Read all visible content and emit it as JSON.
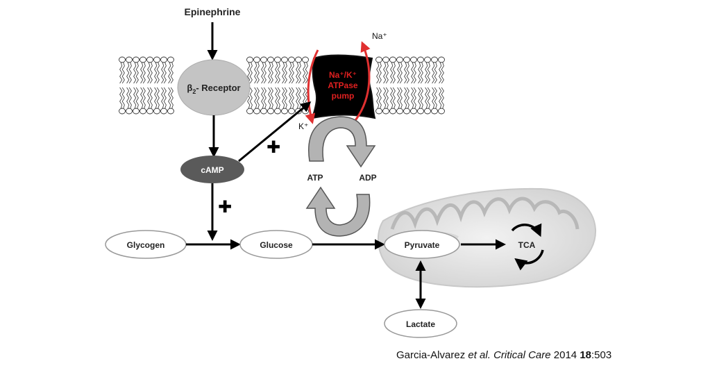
{
  "nodes": {
    "epinephrine": "Epinephrine",
    "receptor_beta": "β",
    "receptor_sub": "2",
    "receptor_text": "- Receptor",
    "camp": "cAMP",
    "glycogen": "Glycogen",
    "glucose": "Glucose",
    "pyruvate": "Pyruvate",
    "lactate": "Lactate",
    "tca": "TCA",
    "atp": "ATP",
    "adp": "ADP",
    "na_out": "Na⁺",
    "k_in": "K⁺",
    "pump_line1": "Na⁺/K⁺",
    "pump_line2": "ATPase",
    "pump_line3": "pump",
    "plus_1": "✚",
    "plus_2": "✚"
  },
  "citation": {
    "authors": "Garcia-Alvarez",
    "etal": "et al.",
    "journal": "Critical Care",
    "year": "2014",
    "volume": "18",
    "pages": ":503"
  },
  "colors": {
    "pump_fill": "#000000",
    "pump_text": "#e02020",
    "ion_arrow": "#e03030",
    "receptor_fill": "#c4c4c4",
    "camp_fill": "#5a5a5a",
    "mito_fill": "#e6e6e6",
    "cycle_arrow": "#b3b3b3"
  }
}
